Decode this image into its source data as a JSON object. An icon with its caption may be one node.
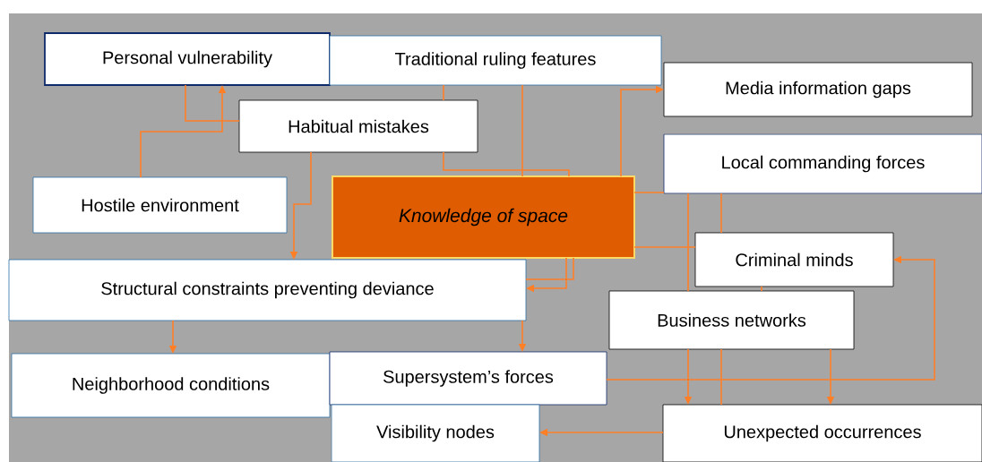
{
  "diagram": {
    "nodes": [
      {
        "text": [
          "Personal vulnerability"
        ]
      },
      {
        "text": [
          "Traditional ruling features"
        ]
      },
      {
        "text": [
          "Media information gaps"
        ]
      },
      {
        "text": [
          "Habitual mistakes"
        ]
      },
      {
        "text": [
          "Local commanding forces"
        ]
      },
      {
        "text": [
          "Hostile environment"
        ]
      },
      {
        "text": [
          "Knowledge of space"
        ]
      },
      {
        "text": [
          "Criminal minds"
        ]
      },
      {
        "text": [
          "Structural constraints preventing deviance"
        ]
      },
      {
        "text": [
          "Business networks"
        ]
      },
      {
        "text": [
          "Neighborhood conditions"
        ]
      },
      {
        "text": [
          "Supersystem’s forces"
        ]
      },
      {
        "text": [
          "Visibility nodes"
        ]
      },
      {
        "text": [
          "Unexpected occurrences"
        ]
      }
    ],
    "edges": [
      {
        "from": 5,
        "to": 0,
        "arrow": "to"
      },
      {
        "from": 0,
        "to": 3,
        "arrow": "none"
      },
      {
        "from": 3,
        "to": 8,
        "arrow": "to"
      },
      {
        "from": 1,
        "to": 3,
        "arrow": "none"
      },
      {
        "from": 3,
        "to": 6,
        "arrow": "none"
      },
      {
        "from": 1,
        "to": 6,
        "arrow": "none"
      },
      {
        "from": 6,
        "to": 2,
        "arrow": "to"
      },
      {
        "from": 6,
        "to": 4,
        "arrow": "none"
      },
      {
        "from": 6,
        "to": 7,
        "arrow": "none"
      },
      {
        "from": 4,
        "to": 9,
        "arrow": "none"
      },
      {
        "from": 4,
        "to": 7,
        "arrow": "none"
      },
      {
        "from": 7,
        "to": 9,
        "arrow": "none"
      },
      {
        "from": 6,
        "to": 8,
        "arrow": "to"
      },
      {
        "from": 6,
        "to": 8,
        "arrow": "none"
      },
      {
        "from": 8,
        "to": 10,
        "arrow": "to"
      },
      {
        "from": 8,
        "to": 11,
        "arrow": "to"
      },
      {
        "from": 11,
        "to": 7,
        "arrow": "to"
      },
      {
        "from": 9,
        "to": 13,
        "arrow": "to"
      },
      {
        "from": 9,
        "to": 13,
        "arrow": "none"
      },
      {
        "from": 9,
        "to": 13,
        "arrow": "to"
      },
      {
        "from": 13,
        "to": 12,
        "arrow": "to"
      }
    ]
  }
}
